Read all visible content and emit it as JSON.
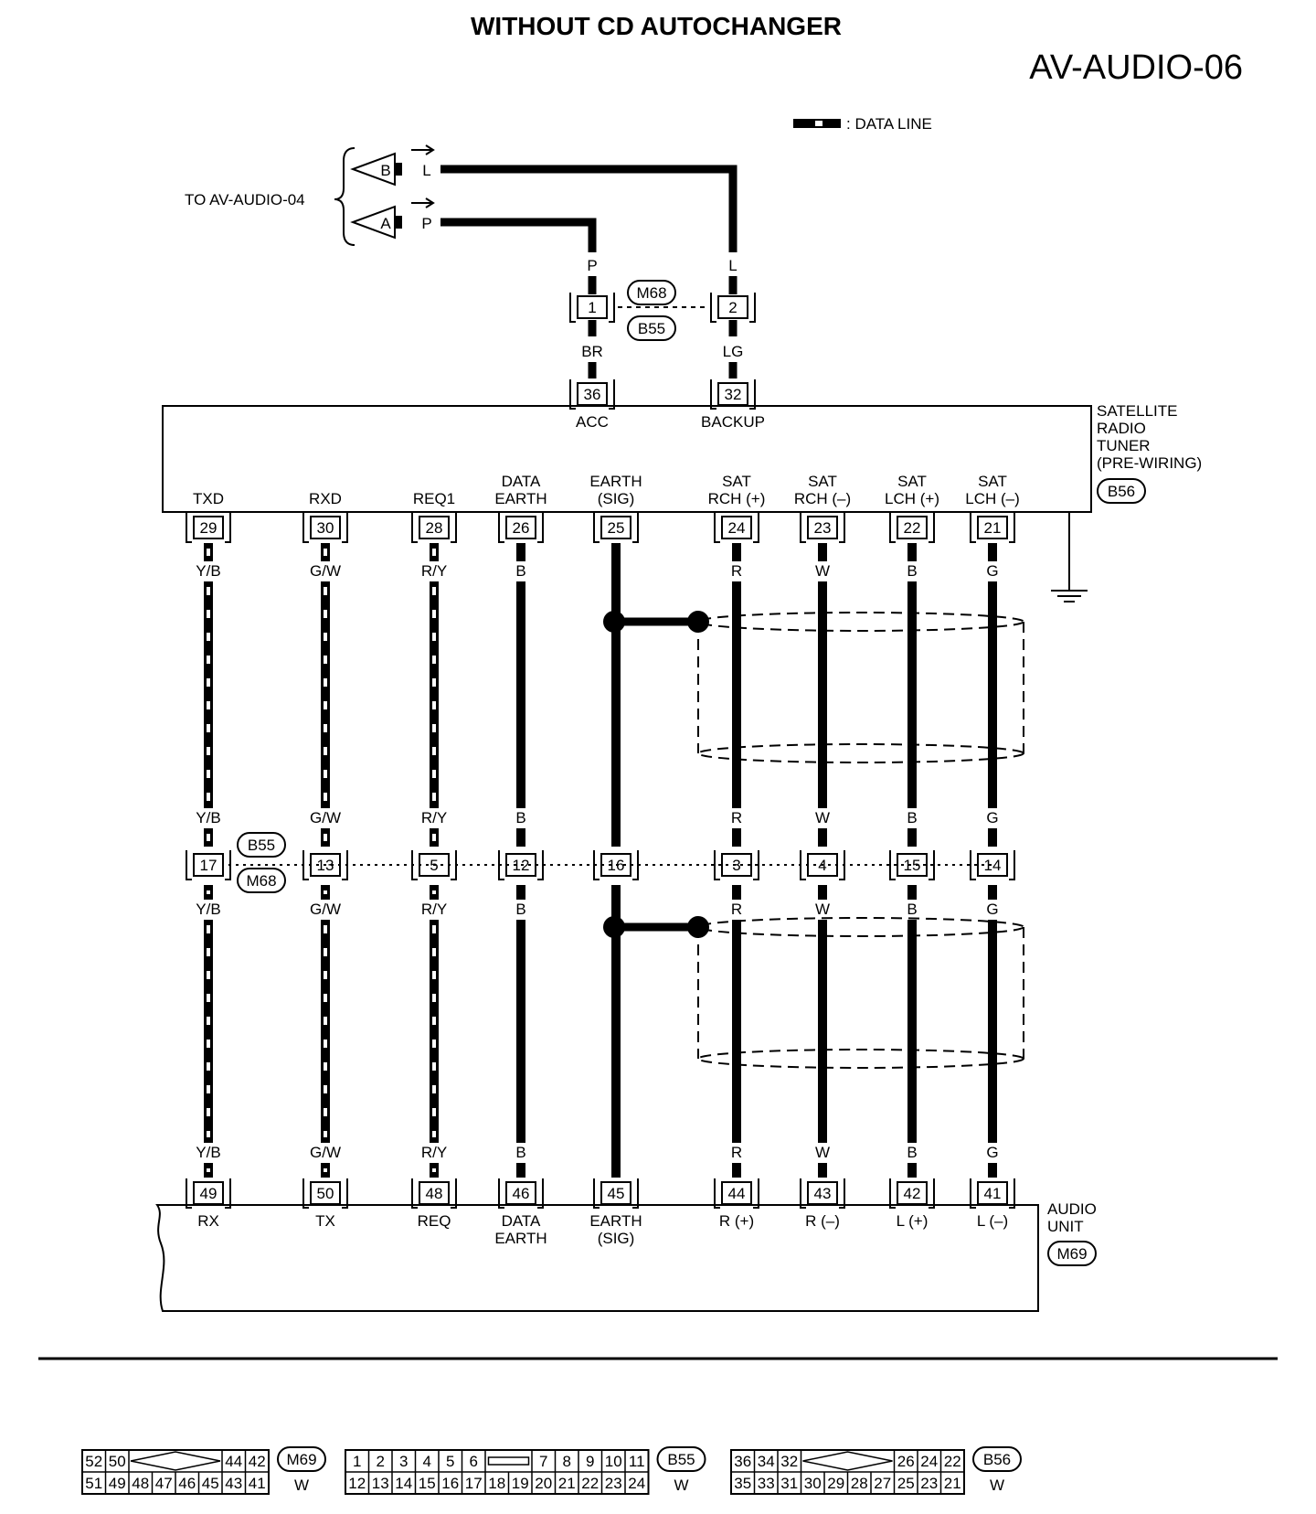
{
  "title": "WITHOUT CD AUTOCHANGER",
  "page_code": "AV-AUDIO-06",
  "legend": {
    "label": ": DATA LINE"
  },
  "to_ref": {
    "label": "TO AV-AUDIO-04",
    "arrows": [
      {
        "letter": "B",
        "color": "L"
      },
      {
        "letter": "A",
        "color": "P"
      }
    ]
  },
  "upper_connector": {
    "codes": [
      "M68",
      "B55"
    ],
    "pins": [
      {
        "pin": "1",
        "top_color": "P",
        "bottom_color": "BR"
      },
      {
        "pin": "2",
        "top_color": "L",
        "bottom_color": "LG"
      }
    ]
  },
  "tuner": {
    "name_lines": [
      "SATELLITE",
      "RADIO",
      "TUNER",
      "(PRE-WIRING)"
    ],
    "code": "B56",
    "power_pins": [
      {
        "pin": "36",
        "label": "ACC"
      },
      {
        "pin": "32",
        "label": "BACKUP"
      }
    ]
  },
  "middle_connector": {
    "codes": [
      "B55",
      "M68"
    ]
  },
  "audio_unit": {
    "name_lines": [
      "AUDIO",
      "UNIT"
    ],
    "code": "M69"
  },
  "circuits": [
    {
      "tuner_label": [
        "TXD"
      ],
      "tuner_pin": "29",
      "color": "Y/B",
      "mid_pin": "17",
      "unit_pin": "49",
      "unit_label": [
        "RX"
      ],
      "style": "data"
    },
    {
      "tuner_label": [
        "RXD"
      ],
      "tuner_pin": "30",
      "color": "G/W",
      "mid_pin": "13",
      "unit_pin": "50",
      "unit_label": [
        "TX"
      ],
      "style": "data"
    },
    {
      "tuner_label": [
        "REQ1"
      ],
      "tuner_pin": "28",
      "color": "R/Y",
      "mid_pin": "5",
      "unit_pin": "48",
      "unit_label": [
        "REQ"
      ],
      "style": "data"
    },
    {
      "tuner_label": [
        "DATA",
        "EARTH"
      ],
      "tuner_pin": "26",
      "color": "B",
      "mid_pin": "12",
      "unit_pin": "46",
      "unit_label": [
        "DATA",
        "EARTH"
      ],
      "style": "solid"
    },
    {
      "tuner_label": [
        "EARTH",
        "(SIG)"
      ],
      "tuner_pin": "25",
      "color": "",
      "mid_pin": "16",
      "unit_pin": "45",
      "unit_label": [
        "EARTH",
        "(SIG)"
      ],
      "style": "solid"
    },
    {
      "tuner_label": [
        "SAT",
        "RCH (+)"
      ],
      "tuner_pin": "24",
      "color": "R",
      "mid_pin": "3",
      "unit_pin": "44",
      "unit_label": [
        "R (+)"
      ],
      "style": "solid"
    },
    {
      "tuner_label": [
        "SAT",
        "RCH (–)"
      ],
      "tuner_pin": "23",
      "color": "W",
      "mid_pin": "4",
      "unit_pin": "43",
      "unit_label": [
        "R (–)"
      ],
      "style": "solid"
    },
    {
      "tuner_label": [
        "SAT",
        "LCH (+)"
      ],
      "tuner_pin": "22",
      "color": "B",
      "mid_pin": "15",
      "unit_pin": "42",
      "unit_label": [
        "L (+)"
      ],
      "style": "solid"
    },
    {
      "tuner_label": [
        "SAT",
        "LCH (–)"
      ],
      "tuner_pin": "21",
      "color": "G",
      "mid_pin": "14",
      "unit_pin": "41",
      "unit_label": [
        "L (–)"
      ],
      "style": "solid"
    }
  ],
  "connector_faces": [
    {
      "code": "M69",
      "color": "W",
      "top": [
        "52",
        "50",
        "44",
        "42"
      ],
      "bottom": [
        "51",
        "49",
        "48",
        "47",
        "46",
        "45",
        "43",
        "41"
      ],
      "top_split": 2,
      "key": "diamond"
    },
    {
      "code": "B55",
      "color": "W",
      "top": [
        "1",
        "2",
        "3",
        "4",
        "5",
        "6",
        "7",
        "8",
        "9",
        "10",
        "11"
      ],
      "bottom": [
        "12",
        "13",
        "14",
        "15",
        "16",
        "17",
        "18",
        "19",
        "20",
        "21",
        "22",
        "23",
        "24"
      ],
      "top_split": 6,
      "key": "slot"
    },
    {
      "code": "B56",
      "color": "W",
      "top": [
        "36",
        "34",
        "32",
        "26",
        "24",
        "22"
      ],
      "bottom": [
        "35",
        "33",
        "31",
        "30",
        "29",
        "28",
        "27",
        "25",
        "23",
        "21"
      ],
      "top_split": 3,
      "key": "diamond"
    }
  ]
}
